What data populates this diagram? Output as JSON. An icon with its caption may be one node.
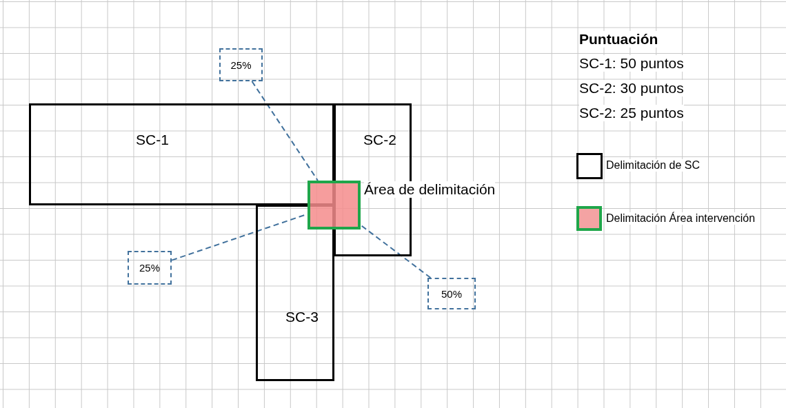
{
  "diagram": {
    "nodes": [
      {
        "text": [
          "SC-1"
        ]
      },
      {
        "text": [
          "SC-2"
        ]
      },
      {
        "text": [
          "SC-3"
        ]
      },
      {
        "text": [
          "Área de delimitación"
        ]
      },
      {
        "text": [
          "25%"
        ]
      },
      {
        "text": [
          "25%"
        ]
      },
      {
        "text": [
          "50%"
        ]
      }
    ],
    "edges": [
      {
        "from": 4,
        "to": 3,
        "arrow": "none",
        "style": "dashed"
      },
      {
        "from": 5,
        "to": 3,
        "arrow": "none",
        "style": "dashed"
      },
      {
        "from": 6,
        "to": 3,
        "arrow": "none",
        "style": "dashed"
      }
    ],
    "labels": [
      "Puntuación",
      "SC-1: 50 puntos",
      "SC-2: 30 puntos",
      "SC-2: 25 puntos"
    ],
    "legend": [
      {
        "text": "Delimitación de SC"
      },
      {
        "text": "Delimitación Área intervención",
        "color": "#f4a3a3"
      }
    ]
  }
}
